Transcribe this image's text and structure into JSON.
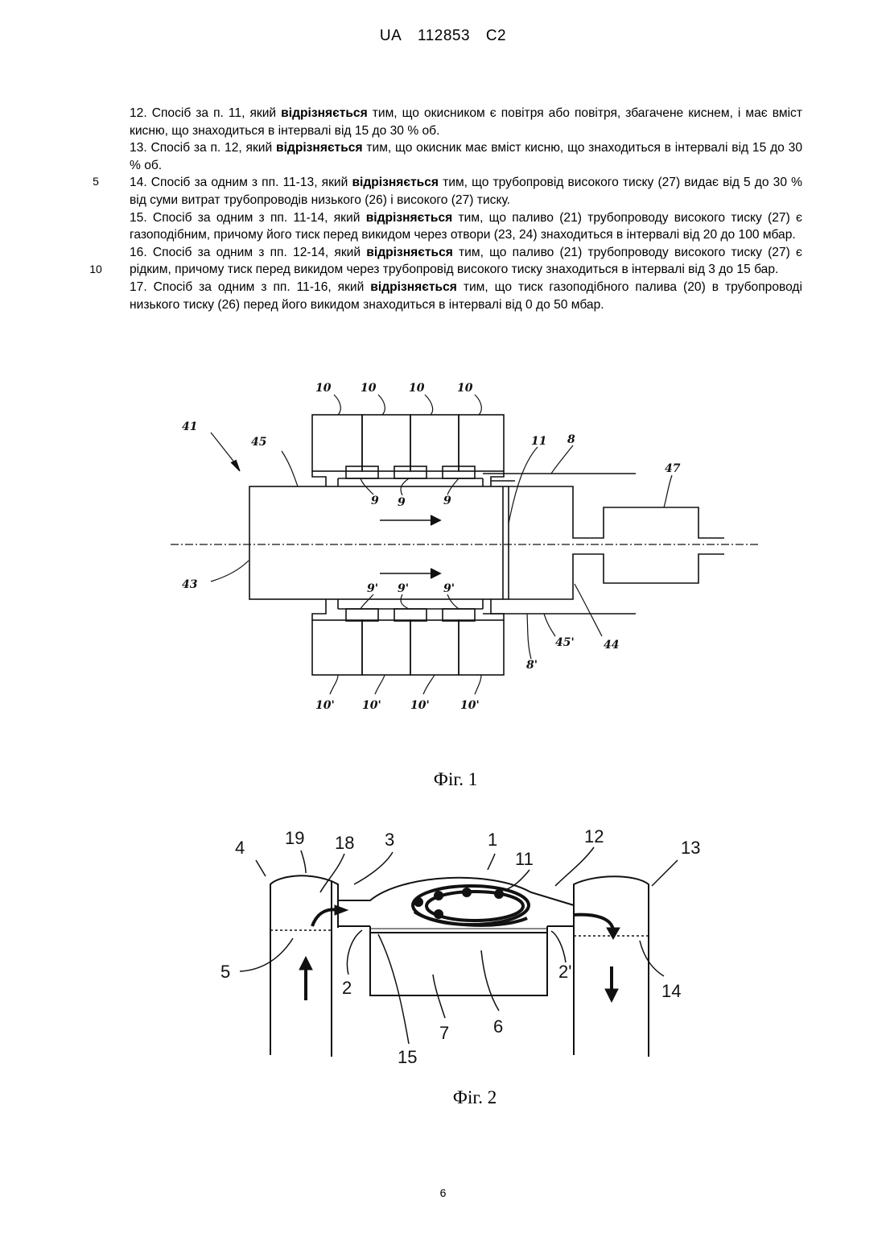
{
  "header": {
    "country": "UA",
    "number": "112853",
    "kind": "C2"
  },
  "claims": [
    {
      "pre": "12. Спосіб за п. 11, який ",
      "bold": "відрізняється",
      "post": " тим, що окисником є повітря або повітря, збагачене киснем, і має вміст кисню, що знаходиться в інтервалі від 15 до 30 % об."
    },
    {
      "pre": "13. Спосіб за п. 12, який ",
      "bold": "відрізняється",
      "post": " тим, що окисник має вміст кисню, що знаходиться в інтервалі від 15 до 30 % об."
    },
    {
      "pre": "14. Спосіб за одним з пп. 11-13, який ",
      "bold": "відрізняється",
      "post": " тим, що трубопровід високого тиску (27) видає від 5 до 30 % від суми витрат трубопроводів низького (26) і високого (27) тиску."
    },
    {
      "pre": "15. Спосіб за одним з пп. 11-14, який ",
      "bold": "відрізняється",
      "post": " тим, що паливо (21) трубопроводу високого тиску (27) є газоподібним, причому його тиск перед викидом через отвори (23, 24) знаходиться в інтервалі від 20 до 100 мбар."
    },
    {
      "pre": "16. Спосіб за одним з пп. 12-14, який ",
      "bold": "відрізняється",
      "post": " тим, що паливо (21) трубопроводу високого тиску (27) є рідким, причому тиск перед викидом через трубопровід високого тиску знаходиться в інтервалі від 3 до 15 бар."
    },
    {
      "pre": "17. Спосіб за одним з пп. 11-16, який ",
      "bold": "відрізняється",
      "post": " тим, що тиск газоподібного палива (20) в трубопроводі низького тиску (26) перед його викидом знаходиться в інтервалі від 0 до 50 мбар."
    }
  ],
  "line_numbers": [
    "5",
    "10"
  ],
  "figure1": {
    "caption": "Фіг. 1",
    "labels": {
      "l41": "41",
      "l45": "45",
      "l43": "43",
      "l10a": "10",
      "l10b": "10",
      "l10c": "10",
      "l10d": "10",
      "l11": "11",
      "l8": "8",
      "l47": "47",
      "l9a": "9",
      "l9b": "9",
      "l9c": "9",
      "l9pa": "9'",
      "l9pb": "9'",
      "l9pc": "9'",
      "l45p": "45'",
      "l44": "44",
      "l8p": "8'",
      "l10pa": "10'",
      "l10pb": "10'",
      "l10pc": "10'",
      "l10pd": "10'"
    }
  },
  "figure2": {
    "caption": "Фіг. 2",
    "labels": {
      "l4": "4",
      "l19": "19",
      "l18": "18",
      "l3": "3",
      "l1": "1",
      "l11": "11",
      "l12": "12",
      "l13": "13",
      "l5": "5",
      "l2": "2",
      "l15": "15",
      "l7": "7",
      "l6": "6",
      "l2p": "2'",
      "l14": "14"
    }
  },
  "page_number": "6"
}
